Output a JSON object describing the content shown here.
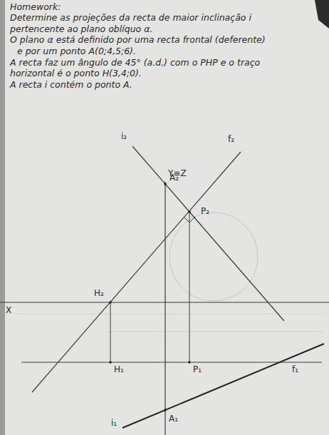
{
  "diagram": {
    "title": "Homework:",
    "labels": [
      "Determine as projeções da recta de maior inclinação i",
      "pertencente ao plano oblíquo α.",
      "O plano α está definido por uma recta frontal (deferente)",
      "e por um ponto A(0;4,5;6).",
      "A recta faz um ângulo de 45° (a.d.) com o PHP e o traço",
      "horizontal é o ponto H(3,4;0).",
      "A recta i contém o ponto A.",
      "i₂",
      "Y≡Z",
      "f₂",
      "A₂",
      "P₂",
      "H₂",
      "X",
      "H₁",
      "A₁",
      "P₁",
      "f₁",
      "i₁"
    ]
  }
}
